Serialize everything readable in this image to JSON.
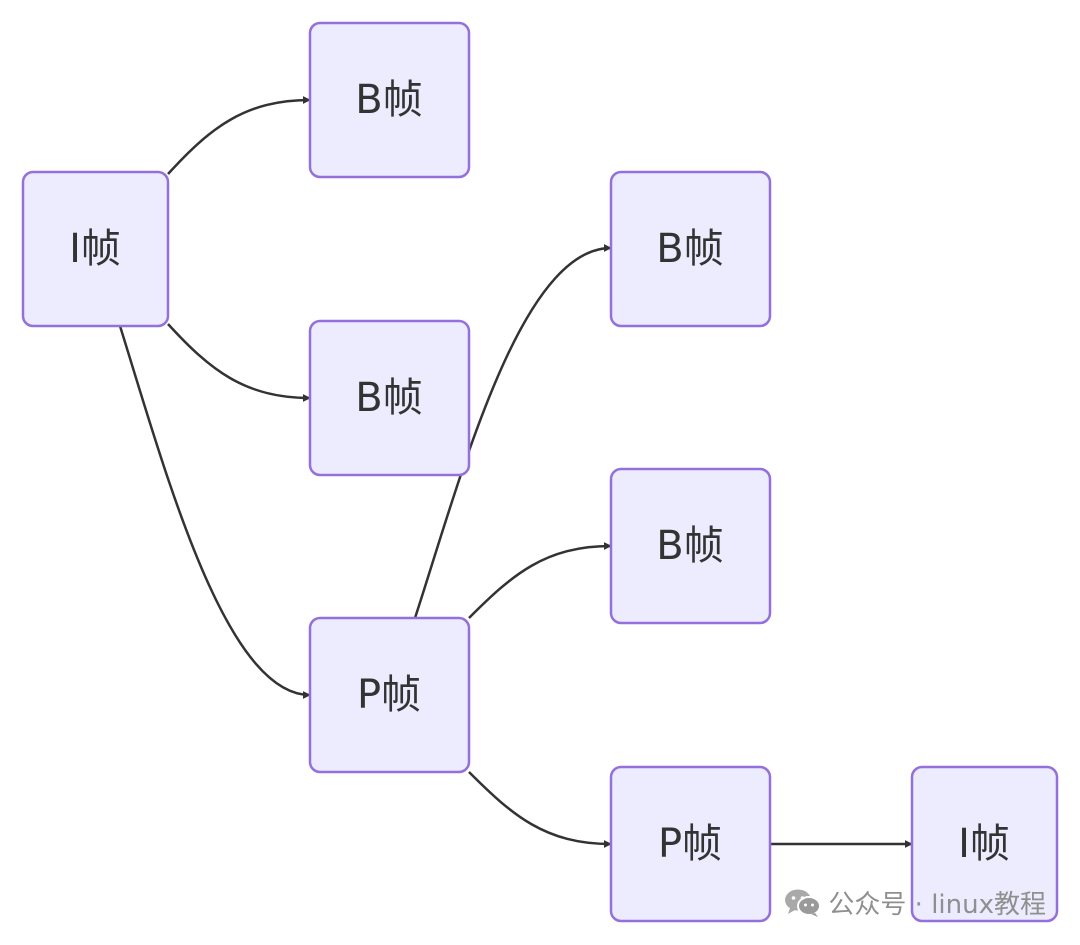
{
  "nodes": [
    {
      "id": "i1",
      "label": "I帧"
    },
    {
      "id": "b1",
      "label": "B帧"
    },
    {
      "id": "b2",
      "label": "B帧"
    },
    {
      "id": "p1",
      "label": "P帧"
    },
    {
      "id": "b3",
      "label": "B帧"
    },
    {
      "id": "b4",
      "label": "B帧"
    },
    {
      "id": "p2",
      "label": "P帧"
    },
    {
      "id": "i2",
      "label": "I帧"
    }
  ],
  "edges": [
    {
      "from": "i1",
      "to": "b1"
    },
    {
      "from": "i1",
      "to": "b2"
    },
    {
      "from": "i1",
      "to": "p1"
    },
    {
      "from": "p1",
      "to": "b3"
    },
    {
      "from": "p1",
      "to": "b4"
    },
    {
      "from": "p1",
      "to": "p2"
    },
    {
      "from": "p2",
      "to": "i2"
    }
  ],
  "watermark": {
    "icon": "wechat-icon",
    "text": "公众号 · linux教程"
  },
  "colors": {
    "node_fill": "#ececfe",
    "node_stroke": "#9370db",
    "edge": "#333333",
    "label": "#333333",
    "watermark": "#8f8f8f"
  }
}
